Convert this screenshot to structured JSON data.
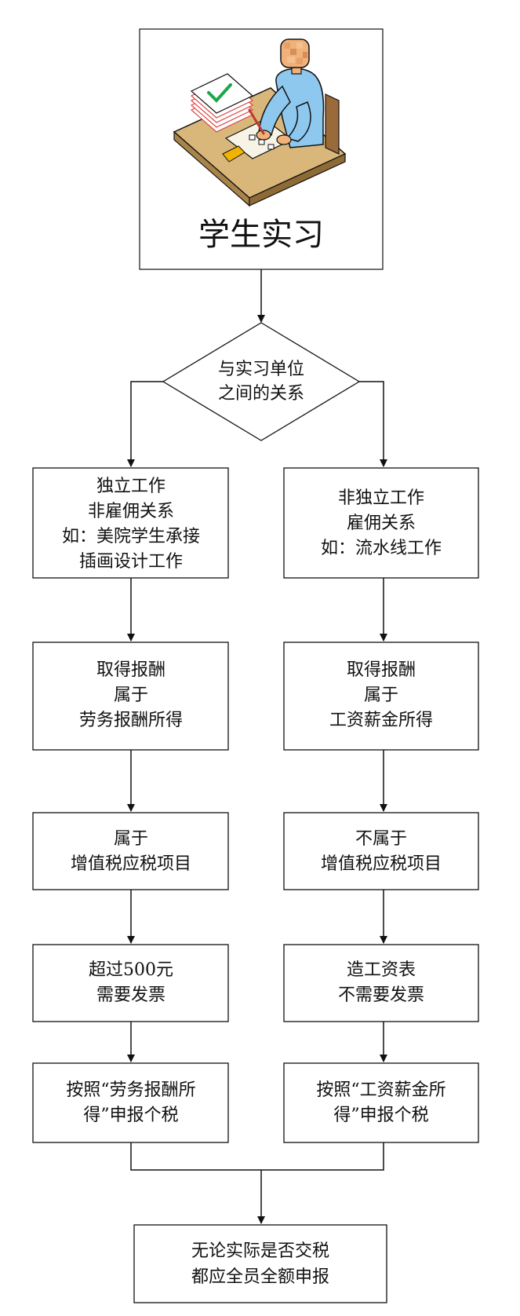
{
  "header": {
    "title": "学生实习",
    "illustration": "student-working-at-desk-icon"
  },
  "decision": {
    "lines": [
      "与实习单位",
      "之间的关系"
    ]
  },
  "left_branch": [
    {
      "lines": [
        "独立工作",
        "非雇佣关系",
        "如：美院学生承接",
        "插画设计工作"
      ]
    },
    {
      "lines": [
        "取得报酬",
        "属于",
        "劳务报酬所得"
      ]
    },
    {
      "lines": [
        "属于",
        "增值税应税项目"
      ]
    },
    {
      "lines": [
        "超过500元",
        "需要发票"
      ]
    },
    {
      "lines": [
        "按照“劳务报酬所",
        "得”申报个税"
      ]
    }
  ],
  "right_branch": [
    {
      "lines": [
        "非独立工作",
        "雇佣关系",
        "如：流水线工作"
      ]
    },
    {
      "lines": [
        "取得报酬",
        "属于",
        "工资薪金所得"
      ]
    },
    {
      "lines": [
        "不属于",
        "增值税应税项目"
      ]
    },
    {
      "lines": [
        "造工资表",
        "不需要发票"
      ]
    },
    {
      "lines": [
        "按照“工资薪金所",
        "得”申报个税"
      ]
    }
  ],
  "final": {
    "lines": [
      "无论实际是否交税",
      "都应全员全额申报"
    ]
  },
  "colors": {
    "stroke": "#111111",
    "skin": "#f0b27a",
    "shirt": "#8ec8ef",
    "desk": "#d9b77a",
    "check": "#1aa84a"
  }
}
